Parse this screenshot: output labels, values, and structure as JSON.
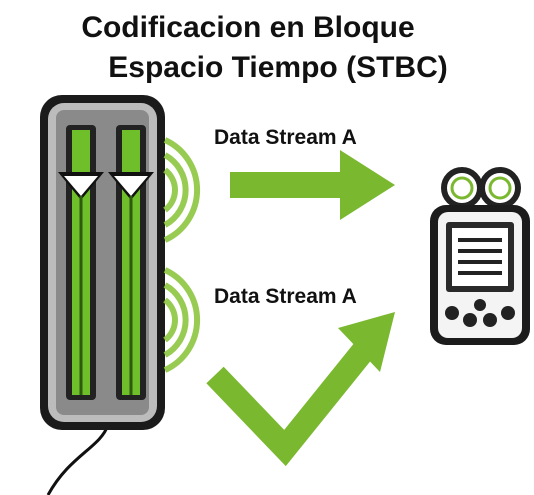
{
  "title": {
    "line1": "Codificacion en Bloque",
    "line2": "Espacio Tiempo (STBC)"
  },
  "streams": [
    {
      "label": "Data Stream A"
    },
    {
      "label": "Data Stream A"
    }
  ],
  "colors": {
    "accent_green": "#7ab830",
    "antenna_green": "#6fbf2a",
    "device_frame": "#1a1a1a",
    "panel_gray": "#8a8a8a"
  },
  "icons": {
    "transmitter": "transmitter-antennas-icon",
    "receiver": "handheld-device-icon"
  }
}
